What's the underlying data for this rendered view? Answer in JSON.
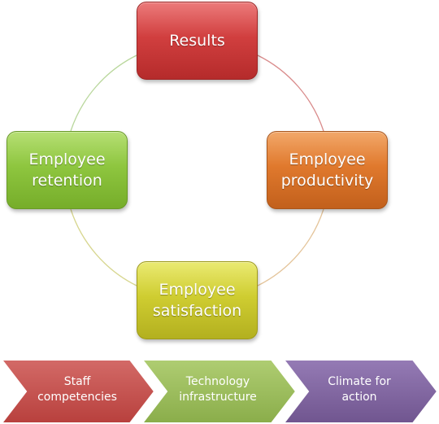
{
  "cycle": {
    "nodes": [
      {
        "label": "Results",
        "color": "#d13f3f"
      },
      {
        "label": "Employee\nproductivity",
        "color": "#e0792d"
      },
      {
        "label": "Employee\nsatisfaction",
        "color": "#cfcd31"
      },
      {
        "label": "Employee\nretention",
        "color": "#8ec63f"
      }
    ],
    "ring_colors": [
      "#d98b8b",
      "#e4c49a",
      "#d7d68f",
      "#b9d79c"
    ]
  },
  "foundation": {
    "arrows": [
      {
        "label": "Staff\ncompetencies",
        "color": "#c0504d"
      },
      {
        "label": "Technology\ninfrastructure",
        "color": "#9bbb59"
      },
      {
        "label": "Climate for\naction",
        "color": "#8064a2"
      }
    ]
  }
}
